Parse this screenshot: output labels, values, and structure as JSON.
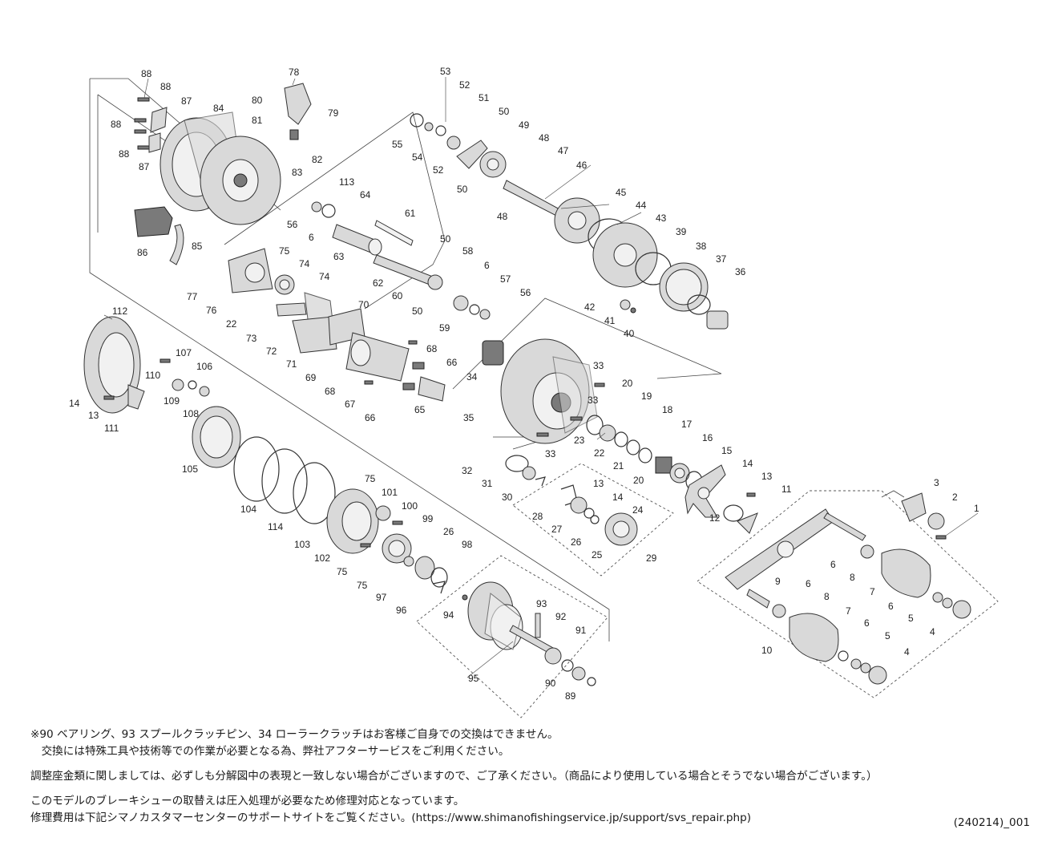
{
  "labels": {
    "l1": "1",
    "l2": "2",
    "l3": "3",
    "l4a": "4",
    "l4b": "4",
    "l5a": "5",
    "l5b": "5",
    "l6a": "6",
    "l6b": "6",
    "l6c": "6",
    "l6d": "6",
    "l6e": "6",
    "l6f": "6",
    "l7a": "7",
    "l7b": "7",
    "l8a": "8",
    "l8b": "8",
    "l9": "9",
    "l10": "10",
    "l11": "11",
    "l12": "12",
    "l13a": "13",
    "l13b": "13",
    "l13c": "13",
    "l14a": "14",
    "l14b": "14",
    "l14c": "14",
    "l15": "15",
    "l16": "16",
    "l17": "17",
    "l18": "18",
    "l19": "19",
    "l20a": "20",
    "l20b": "20",
    "l21": "21",
    "l22a": "22",
    "l22b": "22",
    "l23": "23",
    "l24": "24",
    "l25": "25",
    "l26a": "26",
    "l26b": "26",
    "l27": "27",
    "l28": "28",
    "l29": "29",
    "l30": "30",
    "l31": "31",
    "l32": "32",
    "l33a": "33",
    "l33b": "33",
    "l33c": "33",
    "l34": "34",
    "l35": "35",
    "l36": "36",
    "l37": "37",
    "l38": "38",
    "l39": "39",
    "l40": "40",
    "l41": "41",
    "l42": "42",
    "l43": "43",
    "l44": "44",
    "l45": "45",
    "l46": "46",
    "l47": "47",
    "l48a": "48",
    "l48b": "48",
    "l49": "49",
    "l50a": "50",
    "l50b": "50",
    "l50c": "50",
    "l50d": "50",
    "l51": "51",
    "l52a": "52",
    "l52b": "52",
    "l53": "53",
    "l54": "54",
    "l55": "55",
    "l56a": "56",
    "l56b": "56",
    "l57": "57",
    "l58": "58",
    "l59": "59",
    "l60": "60",
    "l61": "61",
    "l62": "62",
    "l63": "63",
    "l64": "64",
    "l65": "65",
    "l66a": "66",
    "l66b": "66",
    "l67": "67",
    "l68a": "68",
    "l68b": "68",
    "l69": "69",
    "l70": "70",
    "l71": "71",
    "l72": "72",
    "l73": "73",
    "l74a": "74",
    "l74b": "74",
    "l75a": "75",
    "l75b": "75",
    "l75c": "75",
    "l75d": "75",
    "l76": "76",
    "l77": "77",
    "l78": "78",
    "l79": "79",
    "l80": "80",
    "l81": "81",
    "l82": "82",
    "l83": "83",
    "l84": "84",
    "l85": "85",
    "l86": "86",
    "l87a": "87",
    "l87b": "87",
    "l88a": "88",
    "l88b": "88",
    "l88c": "88",
    "l88d": "88",
    "l89": "89",
    "l90": "90",
    "l91": "91",
    "l92": "92",
    "l93": "93",
    "l94": "94",
    "l95": "95",
    "l96": "96",
    "l97": "97",
    "l98": "98",
    "l99": "99",
    "l100": "100",
    "l101": "101",
    "l102": "102",
    "l103": "103",
    "l104": "104",
    "l105": "105",
    "l106": "106",
    "l107": "107",
    "l108": "108",
    "l109": "109",
    "l110": "110",
    "l111": "111",
    "l112": "112",
    "l113": "113",
    "l114": "114"
  },
  "notes": {
    "line1": "※90 ベアリング、93 スプールクラッチピン、34 ローラークラッチはお客様ご自身での交換はできません。",
    "line2": "　交換には特殊工具や技術等での作業が必要となる為、弊社アフターサービスをご利用ください。",
    "line3": "調整座金類に関しましては、必ずしも分解図中の表現と一致しない場合がございますので、ご了承ください。（商品により使用している場合とそうでない場合がございます。）",
    "line4": "このモデルのブレーキシューの取替えは圧入処理が必要なため修理対応となっています。",
    "line5": "修理費用は下記シマノカスタマーセンターのサポートサイトをご覧ください。(https://www.shimanofishingservice.jp/support/svs_repair.php)",
    "code": "(240214)_001"
  }
}
